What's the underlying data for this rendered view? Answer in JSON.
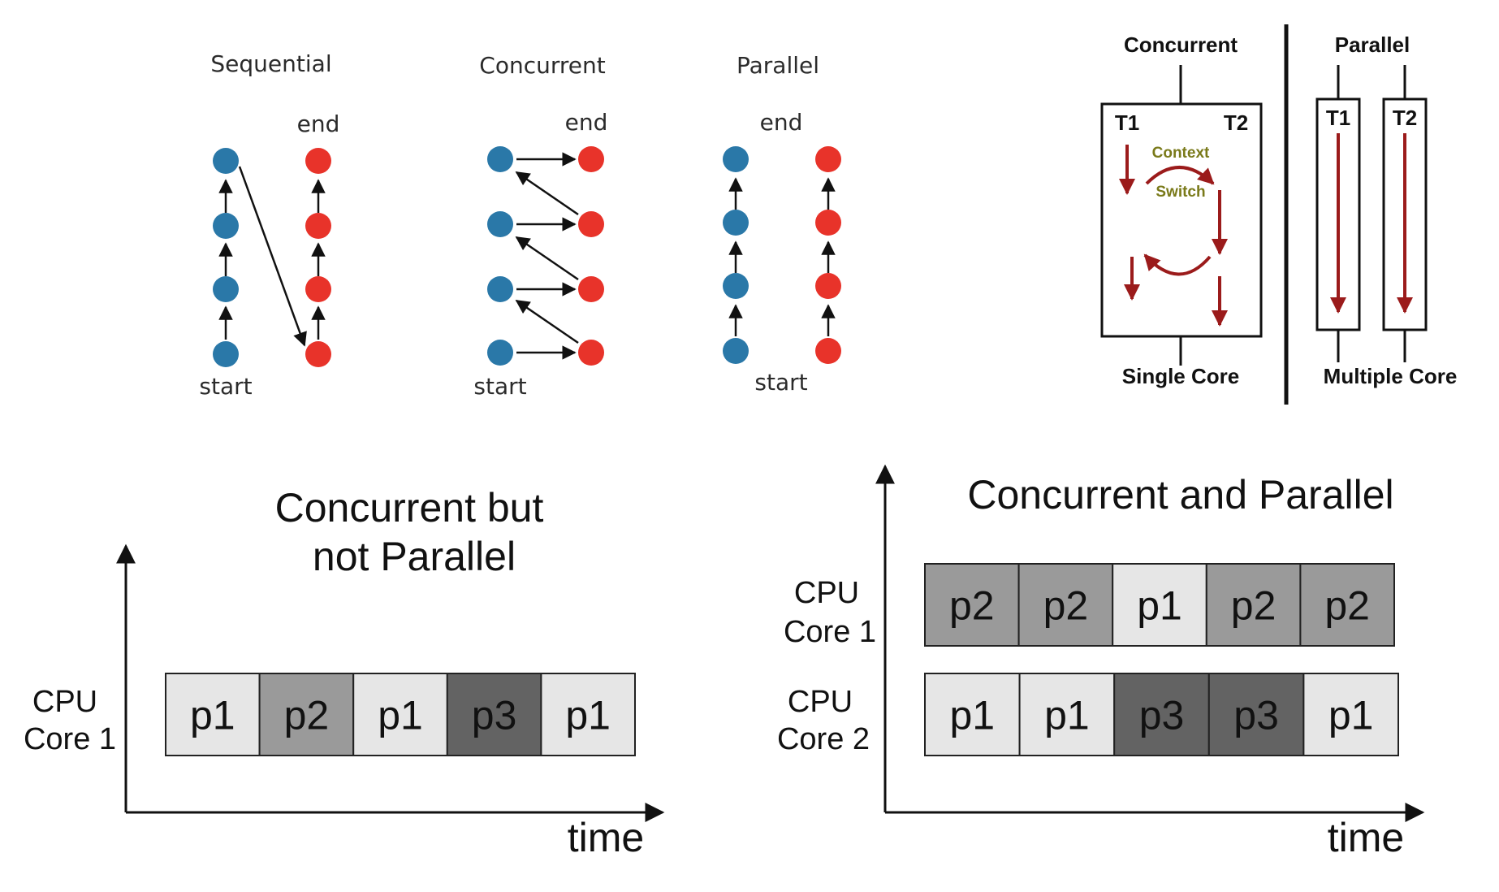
{
  "colors": {
    "blue_node": "#2a78a8",
    "red_node": "#e8332a",
    "arrow": "#111111",
    "dark_red_arrow": "#9b1b1b",
    "context_text": "#7a7a1a",
    "p1_fill": "#e6e6e6",
    "p2_fill": "#9a9a9a",
    "p3_fill": "#636363"
  },
  "panel_a": {
    "sequential": {
      "title": "Sequential",
      "end_label": "end",
      "start_label": "start"
    },
    "concurrent": {
      "title": "Concurrent",
      "end_label": "end",
      "start_label": "start"
    },
    "parallel": {
      "title": "Parallel",
      "end_label": "end",
      "start_label": "start"
    }
  },
  "panel_b": {
    "concurrent_title": "Concurrent",
    "parallel_title": "Parallel",
    "t1": "T1",
    "t2": "T2",
    "context": "Context",
    "switch": "Switch",
    "single_core": "Single Core",
    "multiple_core": "Multiple Core"
  },
  "panel_c": {
    "title_line1": "Concurrent but",
    "title_line2": "not Parallel",
    "cpu_label_line1": "CPU",
    "cpu_label_line2": "Core 1",
    "time_label": "time",
    "row": [
      "p1",
      "p2",
      "p1",
      "p3",
      "p1"
    ]
  },
  "panel_d": {
    "title": "Concurrent and Parallel",
    "core1_line1": "CPU",
    "core1_line2": "Core 1",
    "core2_line1": "CPU",
    "core2_line2": "Core 2",
    "time_label": "time",
    "row1": [
      "p2",
      "p2",
      "p1",
      "p2",
      "p2"
    ],
    "row2": [
      "p1",
      "p1",
      "p3",
      "p3",
      "p1"
    ]
  }
}
